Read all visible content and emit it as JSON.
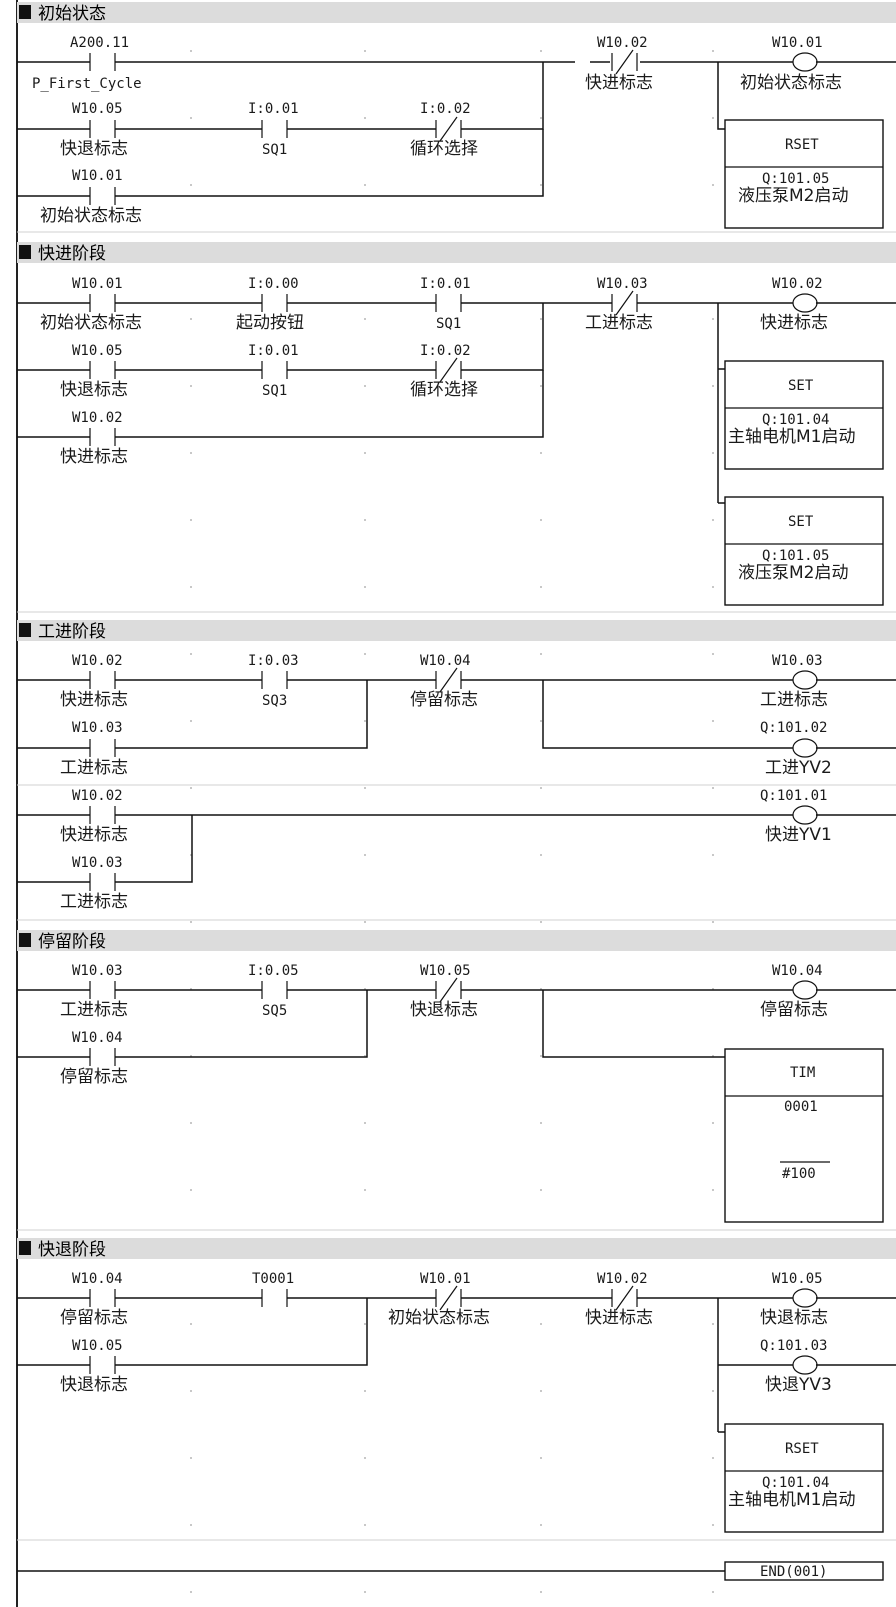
{
  "sections": [
    {
      "title": "初始状态"
    },
    {
      "title": "快进阶段"
    },
    {
      "title": "工进阶段"
    },
    {
      "title": "停留阶段"
    },
    {
      "title": "快退阶段"
    }
  ],
  "rungs": {
    "initial": {
      "contacts": [
        {
          "addr": "A200.11",
          "label": "P_First_Cycle"
        },
        {
          "addr": "W10.05",
          "label": "快退标志"
        },
        {
          "addr": "I:0.01",
          "label": "SQ1"
        },
        {
          "addr": "I:0.02",
          "label": "循环选择"
        },
        {
          "addr": "W10.01",
          "label": "初始状态标志"
        },
        {
          "addr": "W10.02",
          "label": "快进标志"
        }
      ],
      "coil": {
        "addr": "W10.01",
        "label": "初始状态标志"
      },
      "box": {
        "instr": "RSET",
        "addr": "Q:101.05",
        "label": "液压泵M2启动"
      }
    },
    "fast_forward": {
      "contacts": [
        {
          "addr": "W10.01",
          "label": "初始状态标志"
        },
        {
          "addr": "I:0.00",
          "label": "起动按钮"
        },
        {
          "addr": "I:0.01",
          "label": "SQ1"
        },
        {
          "addr": "W10.03",
          "label": "工进标志"
        },
        {
          "addr": "W10.05",
          "label": "快退标志"
        },
        {
          "addr": "I:0.01",
          "label": "SQ1"
        },
        {
          "addr": "I:0.02",
          "label": "循环选择"
        },
        {
          "addr": "W10.02",
          "label": "快进标志"
        }
      ],
      "coil": {
        "addr": "W10.02",
        "label": "快进标志"
      },
      "boxes": [
        {
          "instr": "SET",
          "addr": "Q:101.04",
          "label": "主轴电机M1启动"
        },
        {
          "instr": "SET",
          "addr": "Q:101.05",
          "label": "液压泵M2启动"
        }
      ]
    },
    "work_feed": {
      "contacts": [
        {
          "addr": "W10.02",
          "label": "快进标志"
        },
        {
          "addr": "I:0.03",
          "label": "SQ3"
        },
        {
          "addr": "W10.04",
          "label": "停留标志"
        },
        {
          "addr": "W10.03",
          "label": "工进标志"
        }
      ],
      "coils": [
        {
          "addr": "W10.03",
          "label": "工进标志"
        },
        {
          "addr": "Q:101.02",
          "label": "工进YV2"
        }
      ]
    },
    "fast_valve": {
      "contacts": [
        {
          "addr": "W10.02",
          "label": "快进标志"
        },
        {
          "addr": "W10.03",
          "label": "工进标志"
        }
      ],
      "coil": {
        "addr": "Q:101.01",
        "label": "快进YV1"
      }
    },
    "dwell": {
      "contacts": [
        {
          "addr": "W10.03",
          "label": "工进标志"
        },
        {
          "addr": "I:0.05",
          "label": "SQ5"
        },
        {
          "addr": "W10.05",
          "label": "快退标志"
        },
        {
          "addr": "W10.04",
          "label": "停留标志"
        }
      ],
      "coil": {
        "addr": "W10.04",
        "label": "停留标志"
      },
      "timer": {
        "instr": "TIM",
        "number": "0001",
        "preset": "#100"
      }
    },
    "fast_return": {
      "contacts": [
        {
          "addr": "W10.04",
          "label": "停留标志"
        },
        {
          "addr": "T0001",
          "label": ""
        },
        {
          "addr": "W10.01",
          "label": "初始状态标志"
        },
        {
          "addr": "W10.02",
          "label": "快进标志"
        },
        {
          "addr": "W10.05",
          "label": "快退标志"
        }
      ],
      "coils": [
        {
          "addr": "W10.05",
          "label": "快退标志"
        },
        {
          "addr": "Q:101.03",
          "label": "快退YV3"
        }
      ],
      "box": {
        "instr": "RSET",
        "addr": "Q:101.04",
        "label": "主轴电机M1启动"
      }
    },
    "end": {
      "instr": "END(001)"
    }
  },
  "icons": {
    "section_marker": "section-marker-icon"
  },
  "colors": {
    "background": "#ffffff",
    "section_header": "#dcdcdc",
    "wire": "#111111",
    "grid_dot": "#c8c8c8"
  }
}
